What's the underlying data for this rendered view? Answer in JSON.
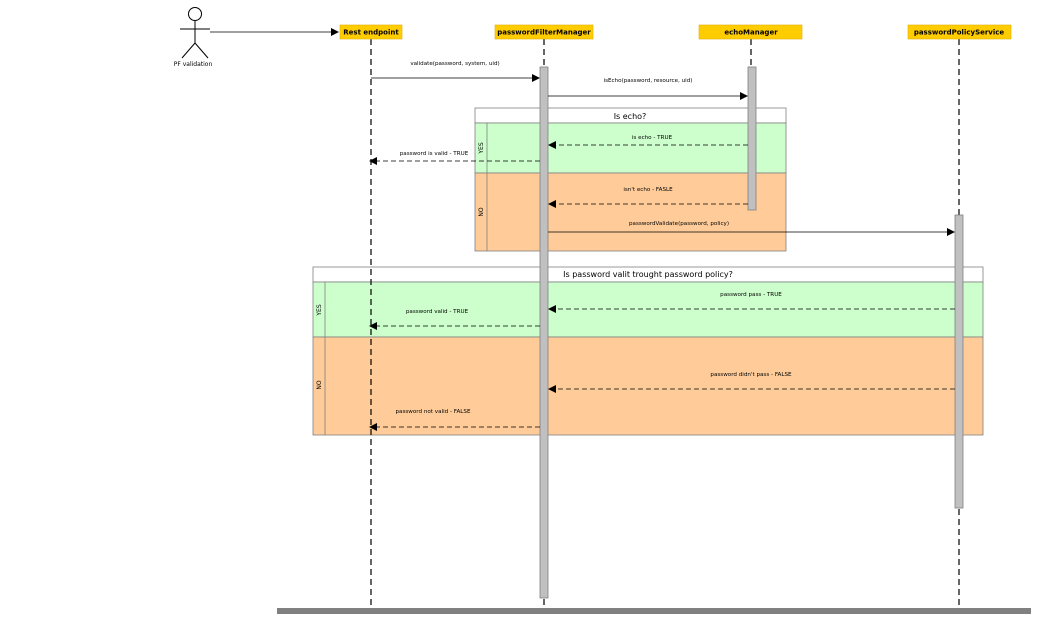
{
  "actor": {
    "label": "PF validation",
    "icon": "stick-figure-icon"
  },
  "participants": [
    {
      "id": "rest",
      "label": "Rest endpoint"
    },
    {
      "id": "pfm",
      "label": "passwordFilterManager"
    },
    {
      "id": "echo",
      "label": "echoManager"
    },
    {
      "id": "pps",
      "label": "passwordPolicyService"
    }
  ],
  "frames": [
    {
      "title": "Is echo?",
      "branches": [
        {
          "label": "YES"
        },
        {
          "label": "NO"
        }
      ]
    },
    {
      "title": "Is password valit trought password policy?",
      "branches": [
        {
          "label": "YES"
        },
        {
          "label": "NO"
        }
      ]
    }
  ],
  "messages": [
    {
      "label": "validate(password, system, uid)",
      "from": "rest",
      "to": "pfm",
      "style": "sync"
    },
    {
      "label": "isEcho(password, resource, uid)",
      "from": "pfm",
      "to": "echo",
      "style": "sync"
    },
    {
      "label": "is echo - TRUE",
      "from": "echo",
      "to": "pfm",
      "style": "return"
    },
    {
      "label": "password is valid - TRUE",
      "from": "pfm",
      "to": "rest",
      "style": "return"
    },
    {
      "label": "isn't echo - FASLE",
      "from": "echo",
      "to": "pfm",
      "style": "return"
    },
    {
      "label": "passwordValidate(password, policy)",
      "from": "pfm",
      "to": "pps",
      "style": "sync"
    },
    {
      "label": "password pass - TRUE",
      "from": "pps",
      "to": "pfm",
      "style": "return"
    },
    {
      "label": "password valid - TRUE",
      "from": "pfm",
      "to": "rest",
      "style": "return"
    },
    {
      "label": "password didn't pass - FALSE",
      "from": "pps",
      "to": "pfm",
      "style": "return"
    },
    {
      "label": "password not valid - FALSE",
      "from": "pfm",
      "to": "rest",
      "style": "return"
    }
  ],
  "colors": {
    "participant_fill": "#FFCC00",
    "branch_yes_fill": "#CCFFCC",
    "branch_no_fill": "#FFCC99",
    "activation_fill": "#C0C0C0",
    "baseline_fill": "#808080"
  }
}
